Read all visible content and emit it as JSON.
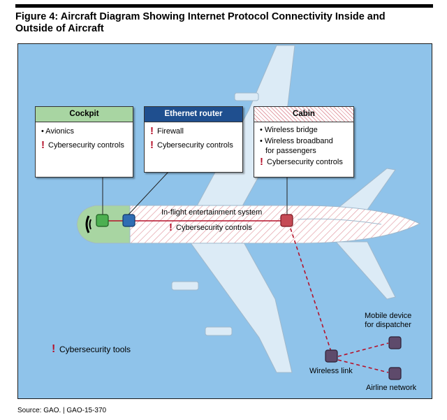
{
  "figure": {
    "title_line1": "Figure 4: Aircraft Diagram Showing Internet Protocol Connectivity Inside and",
    "title_line2": "Outside of Aircraft",
    "source": "Source: GAO.  |  GAO-15-370"
  },
  "boxes": {
    "cockpit": {
      "title": "Cockpit",
      "header_color": "#a8d5a2",
      "items": [
        "• Avionics"
      ],
      "warn_items": [
        "Cybersecurity controls"
      ]
    },
    "router": {
      "title": "Ethernet router",
      "header_color": "#1f4f8f",
      "warn_items": [
        "Firewall",
        "Cybersecurity controls"
      ]
    },
    "cabin": {
      "title": "Cabin",
      "items": [
        "• Wireless bridge",
        "• Wireless broadband",
        "  for passengers"
      ],
      "warn_items": [
        "Cybersecurity controls"
      ]
    }
  },
  "fuselage": {
    "system_label": "In-flight entertainment system",
    "controls_label": "Cybersecurity controls"
  },
  "legend": {
    "label": "Cybersecurity tools"
  },
  "nodes": {
    "wireless_link": "Wireless link",
    "mobile_device_line1": "Mobile device",
    "mobile_device_line2": "for dispatcher",
    "airline_network": "Airline network"
  },
  "colors": {
    "sky": "#8fc3ea",
    "aircraft": "#dcebf6",
    "alert_red": "#b5122b",
    "link_purple": "#5e4a6b"
  }
}
